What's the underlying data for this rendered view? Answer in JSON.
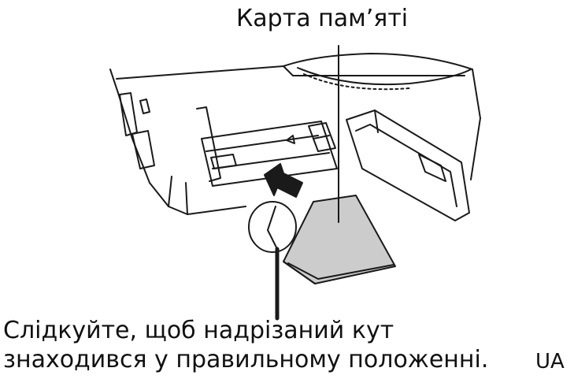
{
  "labels": {
    "memory_card": "Карта пам’яті",
    "caption_line_1": "Слідкуйте, щоб надрізаний кут",
    "caption_line_2": "знаходився у правильному положенні.",
    "language_code": "UA"
  },
  "colors": {
    "line": "#1a1a1a",
    "card_fill": "#cccccc",
    "background": "#ffffff"
  }
}
